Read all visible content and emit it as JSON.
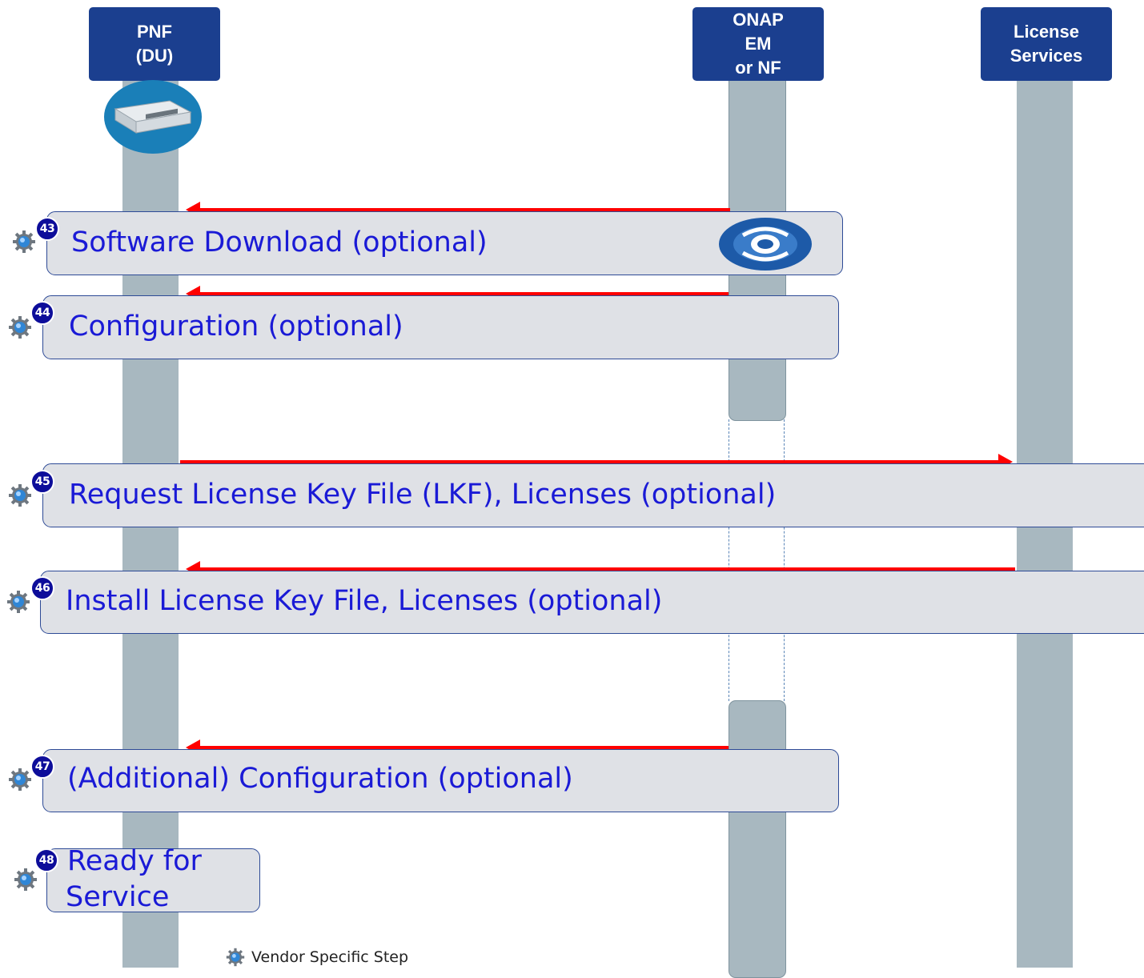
{
  "lanes": [
    {
      "name": "PNF",
      "sub": "(DU)"
    },
    {
      "name": "ONAP",
      "sub": "EM",
      "sub2": "or NF"
    },
    {
      "name": "License",
      "sub": "Services"
    }
  ],
  "steps": [
    {
      "num": "43",
      "label": "Software Download (optional)"
    },
    {
      "num": "44",
      "label": "Configuration (optional)"
    },
    {
      "num": "45",
      "label": "Request License Key File (LKF), Licenses (optional)"
    },
    {
      "num": "46",
      "label": "Install License Key File, Licenses (optional)"
    },
    {
      "num": "47",
      "label": "(Additional) Configuration (optional)"
    },
    {
      "num": "48",
      "label_line1": "Ready for",
      "label_line2": "Service"
    }
  ],
  "legend": {
    "label": "Vendor Specific Step"
  },
  "icons": {
    "device": "server-device-icon",
    "disc": "software-disc-icon",
    "gear": "gear-icon"
  },
  "colors": {
    "lane_header": "#1b3f8f",
    "lifeline": "#a8b8c0",
    "arrow": "#ff0000",
    "step_text": "#1a1ad6",
    "step_fill": "#dfe1e6"
  }
}
